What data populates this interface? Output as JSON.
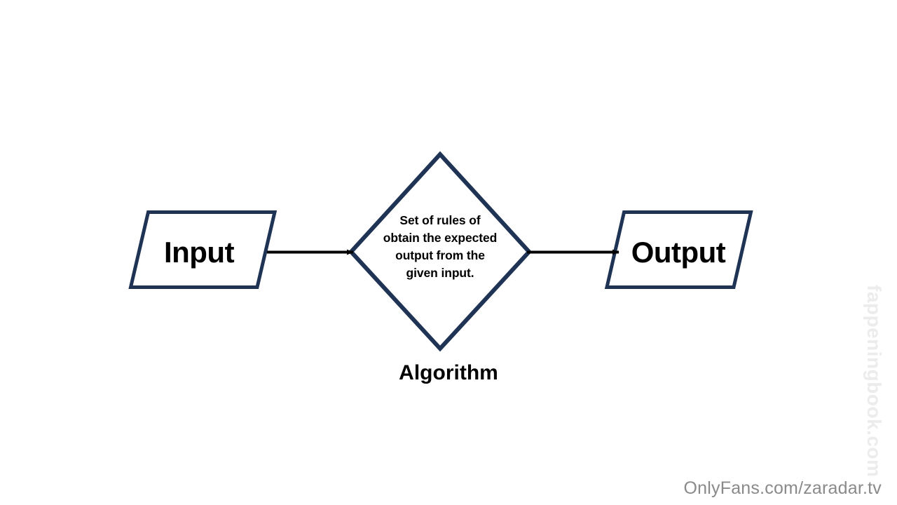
{
  "page": {
    "background_color": "#ffffff",
    "title": "Algorithm flow diagram"
  },
  "theme": {
    "shape_stroke_color": "#1F3355",
    "shape_fill_color": "#ffffff",
    "arrow_color": "#000000",
    "text_color": "#000000",
    "watermark_color": "#8a8a8a",
    "watermark_side_color": "#ececec"
  },
  "nodes": {
    "input": {
      "label": "Input",
      "shape": "parallelogram"
    },
    "decision": {
      "shape": "diamond",
      "lines": [
        "Set of rules of",
        "obtain the expected",
        "output from the",
        "given input."
      ],
      "caption": "Algorithm"
    },
    "output": {
      "label": "Output",
      "shape": "parallelogram"
    }
  },
  "connectors": [
    {
      "name": "input-to-algorithm",
      "from": "input",
      "to": "decision",
      "style": "solid-arrow"
    },
    {
      "name": "algorithm-to-output",
      "from": "decision",
      "to": "output",
      "style": "solid-arrow"
    }
  ],
  "watermarks": {
    "bottom": "OnlyFans.com/zaradar.tv",
    "side": "fappeningbook.com"
  }
}
